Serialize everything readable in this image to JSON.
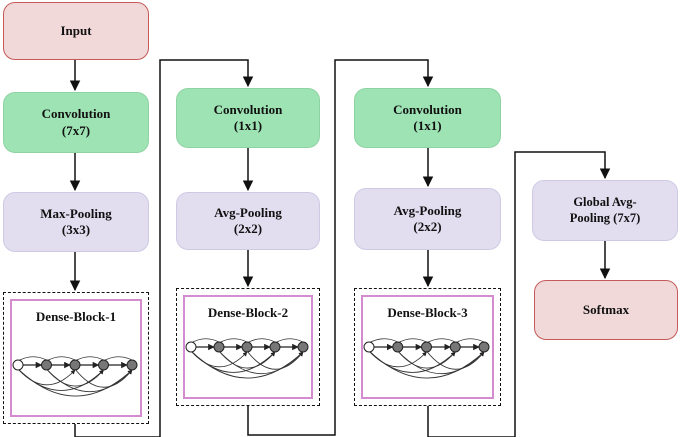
{
  "nodes": {
    "input": "Input",
    "conv1": {
      "line1": "Convolution",
      "line2": "(7x7)"
    },
    "maxpool": {
      "line1": "Max-Pooling",
      "line2": "(3x3)"
    },
    "dense1": "Dense-Block-1",
    "conv2": {
      "line1": "Convolution",
      "line2": "(1x1)"
    },
    "avgpool1": {
      "line1": "Avg-Pooling",
      "line2": "(2x2)"
    },
    "dense2": "Dense-Block-2",
    "conv3": {
      "line1": "Convolution",
      "line2": "(1x1)"
    },
    "avgpool2": {
      "line1": "Avg-Pooling",
      "line2": "(2x2)"
    },
    "dense3": "Dense-Block-3",
    "gap": {
      "line1": "Global Avg-",
      "line2": "Pooling (7x7)"
    },
    "softmax": "Softmax"
  },
  "colors": {
    "pink_fill": "#f2d9d9",
    "pink_border": "#c45a5a",
    "green_fill": "#9ee3b4",
    "lavender_fill": "#e2def0",
    "dense_border": "#d58bd0",
    "node_gray": "#777777"
  }
}
